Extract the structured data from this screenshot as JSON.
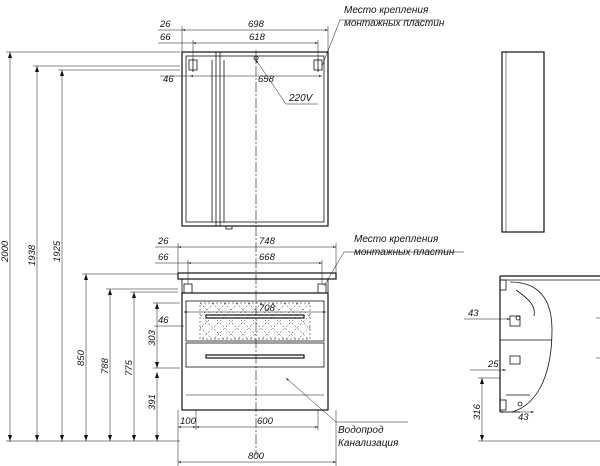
{
  "labels": {
    "mount_top_line1": "Место крепления",
    "mount_top_line2": "монтажных пластин",
    "mount_mid_line1": "Место крепления",
    "mount_mid_line2": "монтажных пластин",
    "voltage": "220V",
    "water_line1": "Водопрод",
    "water_line2": "Канализация"
  },
  "dimensions": {
    "d26_top": "26",
    "d698": "698",
    "d66_top": "66",
    "d618": "618",
    "d46_top": "46",
    "d658": "658",
    "d26_mid": "26",
    "d748": "748",
    "d66_mid": "66",
    "d668": "668",
    "d46_mid": "46",
    "d708": "708",
    "d303": "303",
    "d100": "100",
    "d600": "600",
    "d800": "800",
    "h2000": "2000",
    "h1938": "1938",
    "h1925": "1925",
    "h850": "850",
    "h788": "788",
    "h775": "775",
    "h391": "391",
    "side43_top": "43",
    "side25": "25",
    "side43_bottom": "43",
    "side316": "316"
  }
}
